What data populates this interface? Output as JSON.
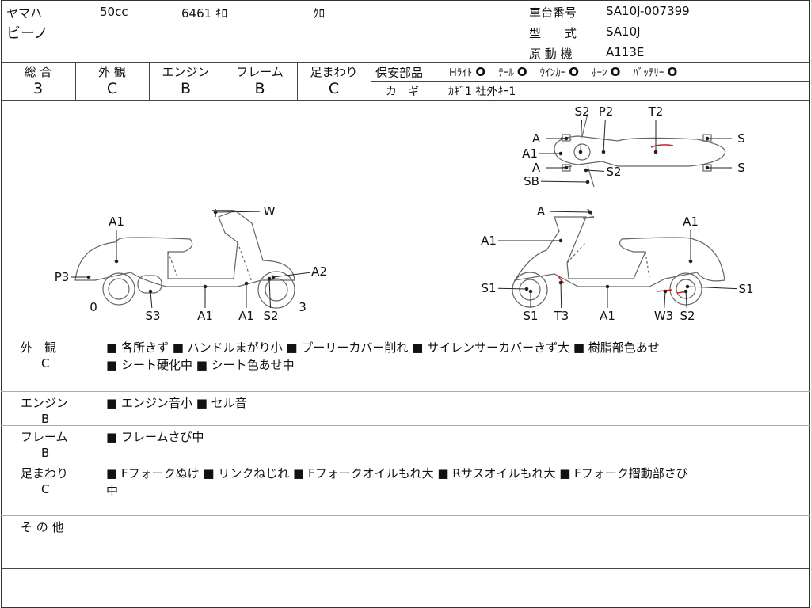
{
  "header": {
    "maker": "ヤマハ",
    "model": "ビーノ",
    "displacement": "50cc",
    "mileage": "6461 ｷﾛ",
    "color": "ｸﾛ",
    "frame_no_label": "車台番号",
    "frame_no": "SA10J-007399",
    "type_label": "型　　式",
    "type": "SA10J",
    "engine_label": "原 動 機",
    "engine": "A113E"
  },
  "grades": [
    {
      "label": "総 合",
      "value": "3"
    },
    {
      "label": "外 観",
      "value": "C"
    },
    {
      "label": "エンジン",
      "value": "B"
    },
    {
      "label": "フレーム",
      "value": "B"
    },
    {
      "label": "足まわり",
      "value": "C"
    }
  ],
  "safety": {
    "label": "保安部品",
    "items": [
      {
        "name": "Hﾗｲﾄ",
        "mark": "O"
      },
      {
        "name": "ﾃｰﾙ",
        "mark": "O"
      },
      {
        "name": "ｳｲﾝｶｰ",
        "mark": "O"
      },
      {
        "name": "ﾎｰﾝ",
        "mark": "O"
      },
      {
        "name": "ﾊﾞｯﾃﾘｰ",
        "mark": "O"
      }
    ]
  },
  "keys": {
    "label": "カ　ギ",
    "value": "ｶｷﾞ1 社外ｷｰ1"
  },
  "diagram_labels": {
    "left": [
      "A1",
      "W",
      "A2",
      "P3",
      "0",
      "S3",
      "A1",
      "A1",
      "S2",
      "3"
    ],
    "top": [
      "S2",
      "P2",
      "T2",
      "A",
      "A1",
      "A",
      "SB",
      "S2",
      "S",
      "S"
    ],
    "right": [
      "A",
      "A1",
      "A1",
      "S1",
      "S1",
      "S1",
      "T3",
      "A1",
      "W3",
      "S2"
    ]
  },
  "sections": [
    {
      "title": "外　観",
      "grade": "C",
      "lines": [
        "■ 各所きず ■ ハンドルまがり小 ■ プーリーカバー削れ ■ サイレンサーカバーきず大 ■ 樹脂部色あせ",
        "■ シート硬化中 ■ シート色あせ中"
      ]
    },
    {
      "title": "エンジン",
      "grade": "B",
      "lines": [
        "■ エンジン音小 ■ セル音"
      ]
    },
    {
      "title": "フレーム",
      "grade": "B",
      "lines": [
        "■ フレームさび中"
      ]
    },
    {
      "title": "足まわり",
      "grade": "C",
      "lines": [
        "■ Fフォークぬけ ■ リンクねじれ ■ Fフォークオイルもれ大 ■ Rサスオイルもれ大 ■ Fフォーク摺動部さび",
        "中"
      ]
    },
    {
      "title": "そ の 他",
      "grade": "",
      "lines": []
    }
  ],
  "colors": {
    "damage_mark": "#d42020",
    "line": "#444"
  }
}
